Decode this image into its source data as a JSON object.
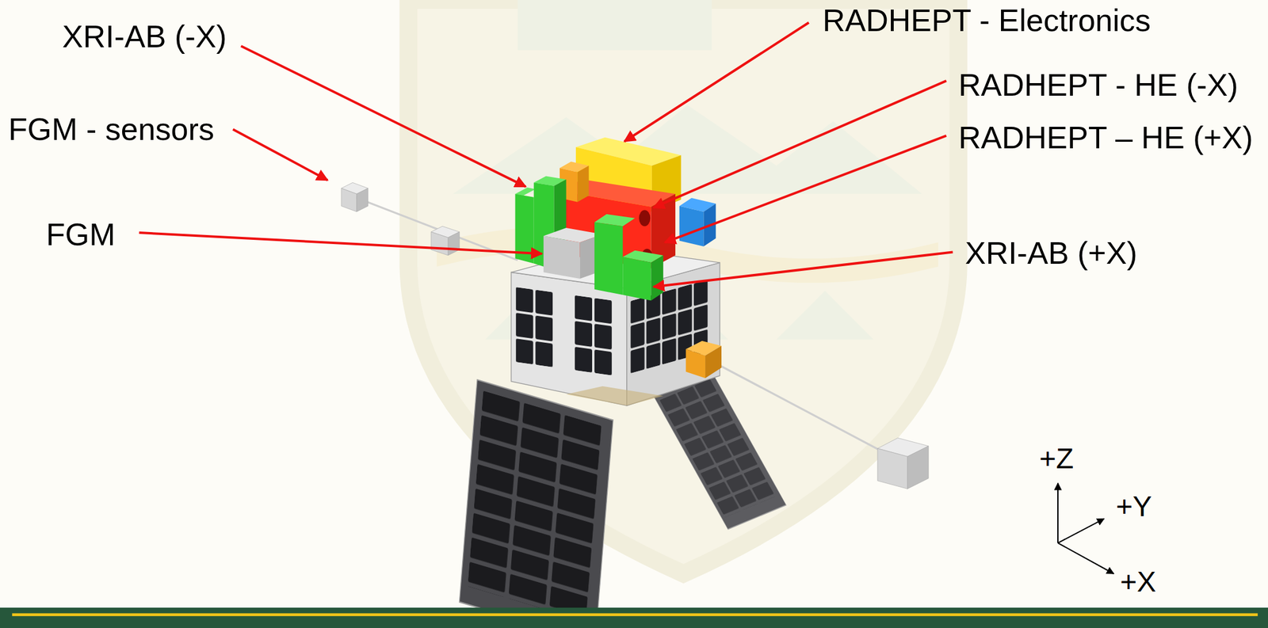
{
  "diagram": {
    "labels": [
      "RADHEPT - Electronics",
      "XRI-AB (-X)",
      "RADHEPT - HE (-X)",
      "FGM - sensors",
      "RADHEPT – HE (+X)",
      "FGM",
      "XRI-AB (+X)",
      "+Z",
      "+Y",
      "+X"
    ]
  }
}
